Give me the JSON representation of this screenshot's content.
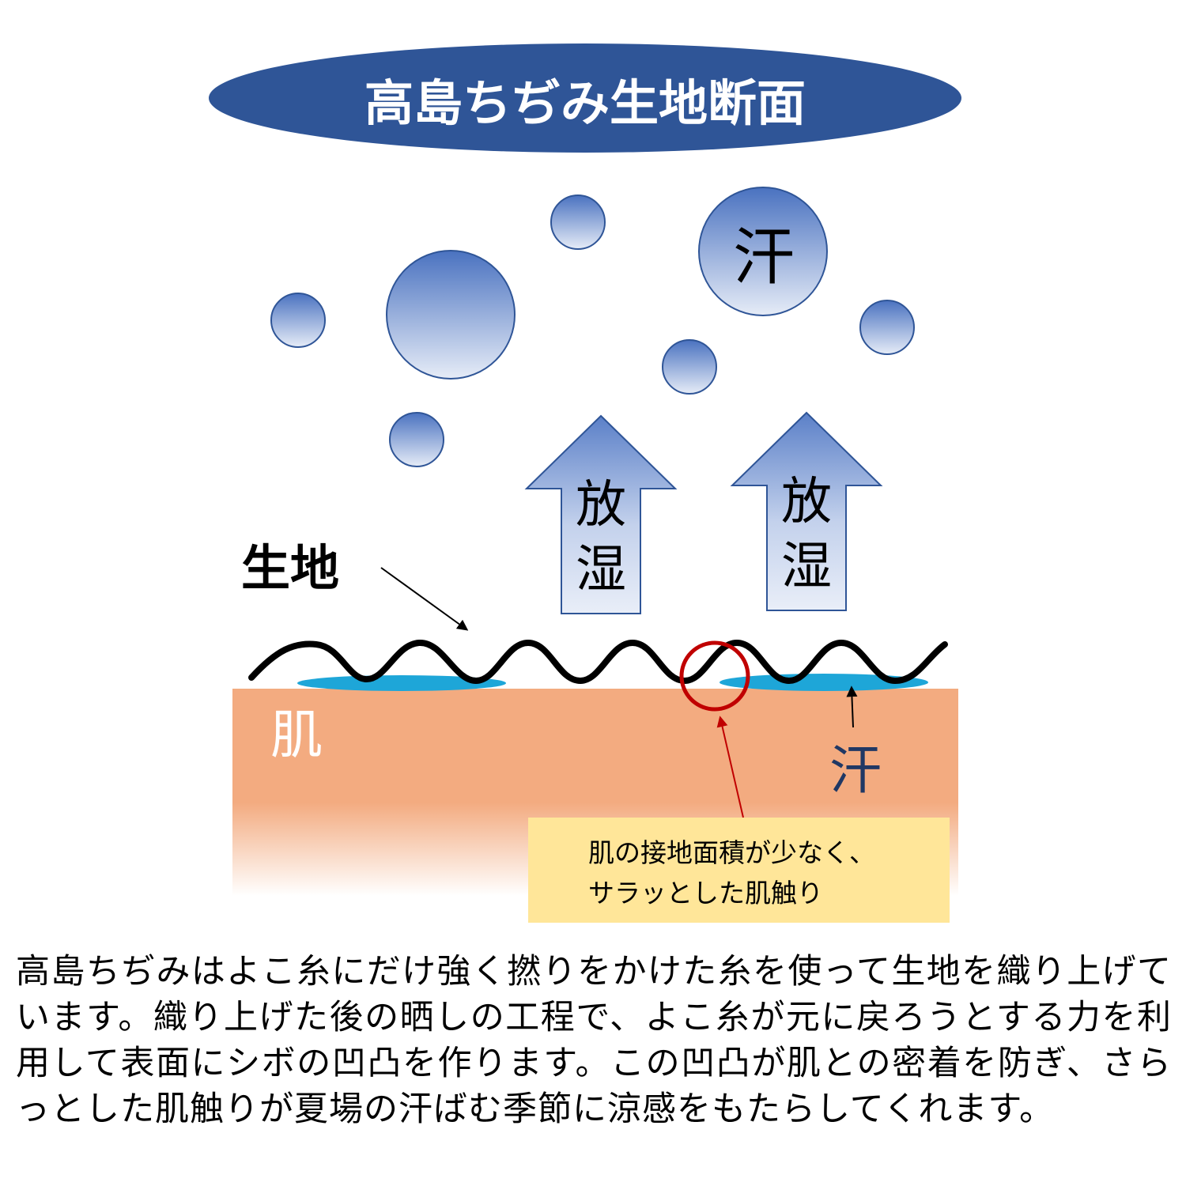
{
  "title": "高島ちぢみ生地断面",
  "bubble_label": "汗",
  "arrow_left": {
    "char1": "放",
    "char2": "湿"
  },
  "arrow_right": {
    "char1": "放",
    "char2": "湿"
  },
  "fabric_label": "生地",
  "skin_label": "肌",
  "sweat_label": "汗",
  "callout": {
    "line1": "肌の接地面積が少なく、",
    "line2": "サラッとした肌触り"
  },
  "description": "高島ちぢみはよこ糸にだけ強く撚りをかけた糸を使って生地を織り上げています。織り上げた後の晒しの工程で、よこ糸が元に戻ろうとする力を利用して表面にシボの凹凸を作ります。この凹凸が肌との密着を防ぎ、さらっとした肌触りが夏場の汗ばむ季節に涼感をもたらしてくれます。",
  "colors": {
    "title_bg": "#2f5597",
    "title_text": "#ffffff",
    "bubble_top": "#4a72c0",
    "bubble_bottom": "#e6ecf7",
    "bubble_stroke": "#2f5597",
    "skin_top": "#f3ab80",
    "skin_bottom": "#ffffff",
    "skin_label": "#ffffff",
    "sweat_pool": "#1ea6d8",
    "sweat_text": "#203864",
    "highlight_circle": "#c00000",
    "callout_bg": "#ffe699",
    "fabric_line": "#000000"
  }
}
